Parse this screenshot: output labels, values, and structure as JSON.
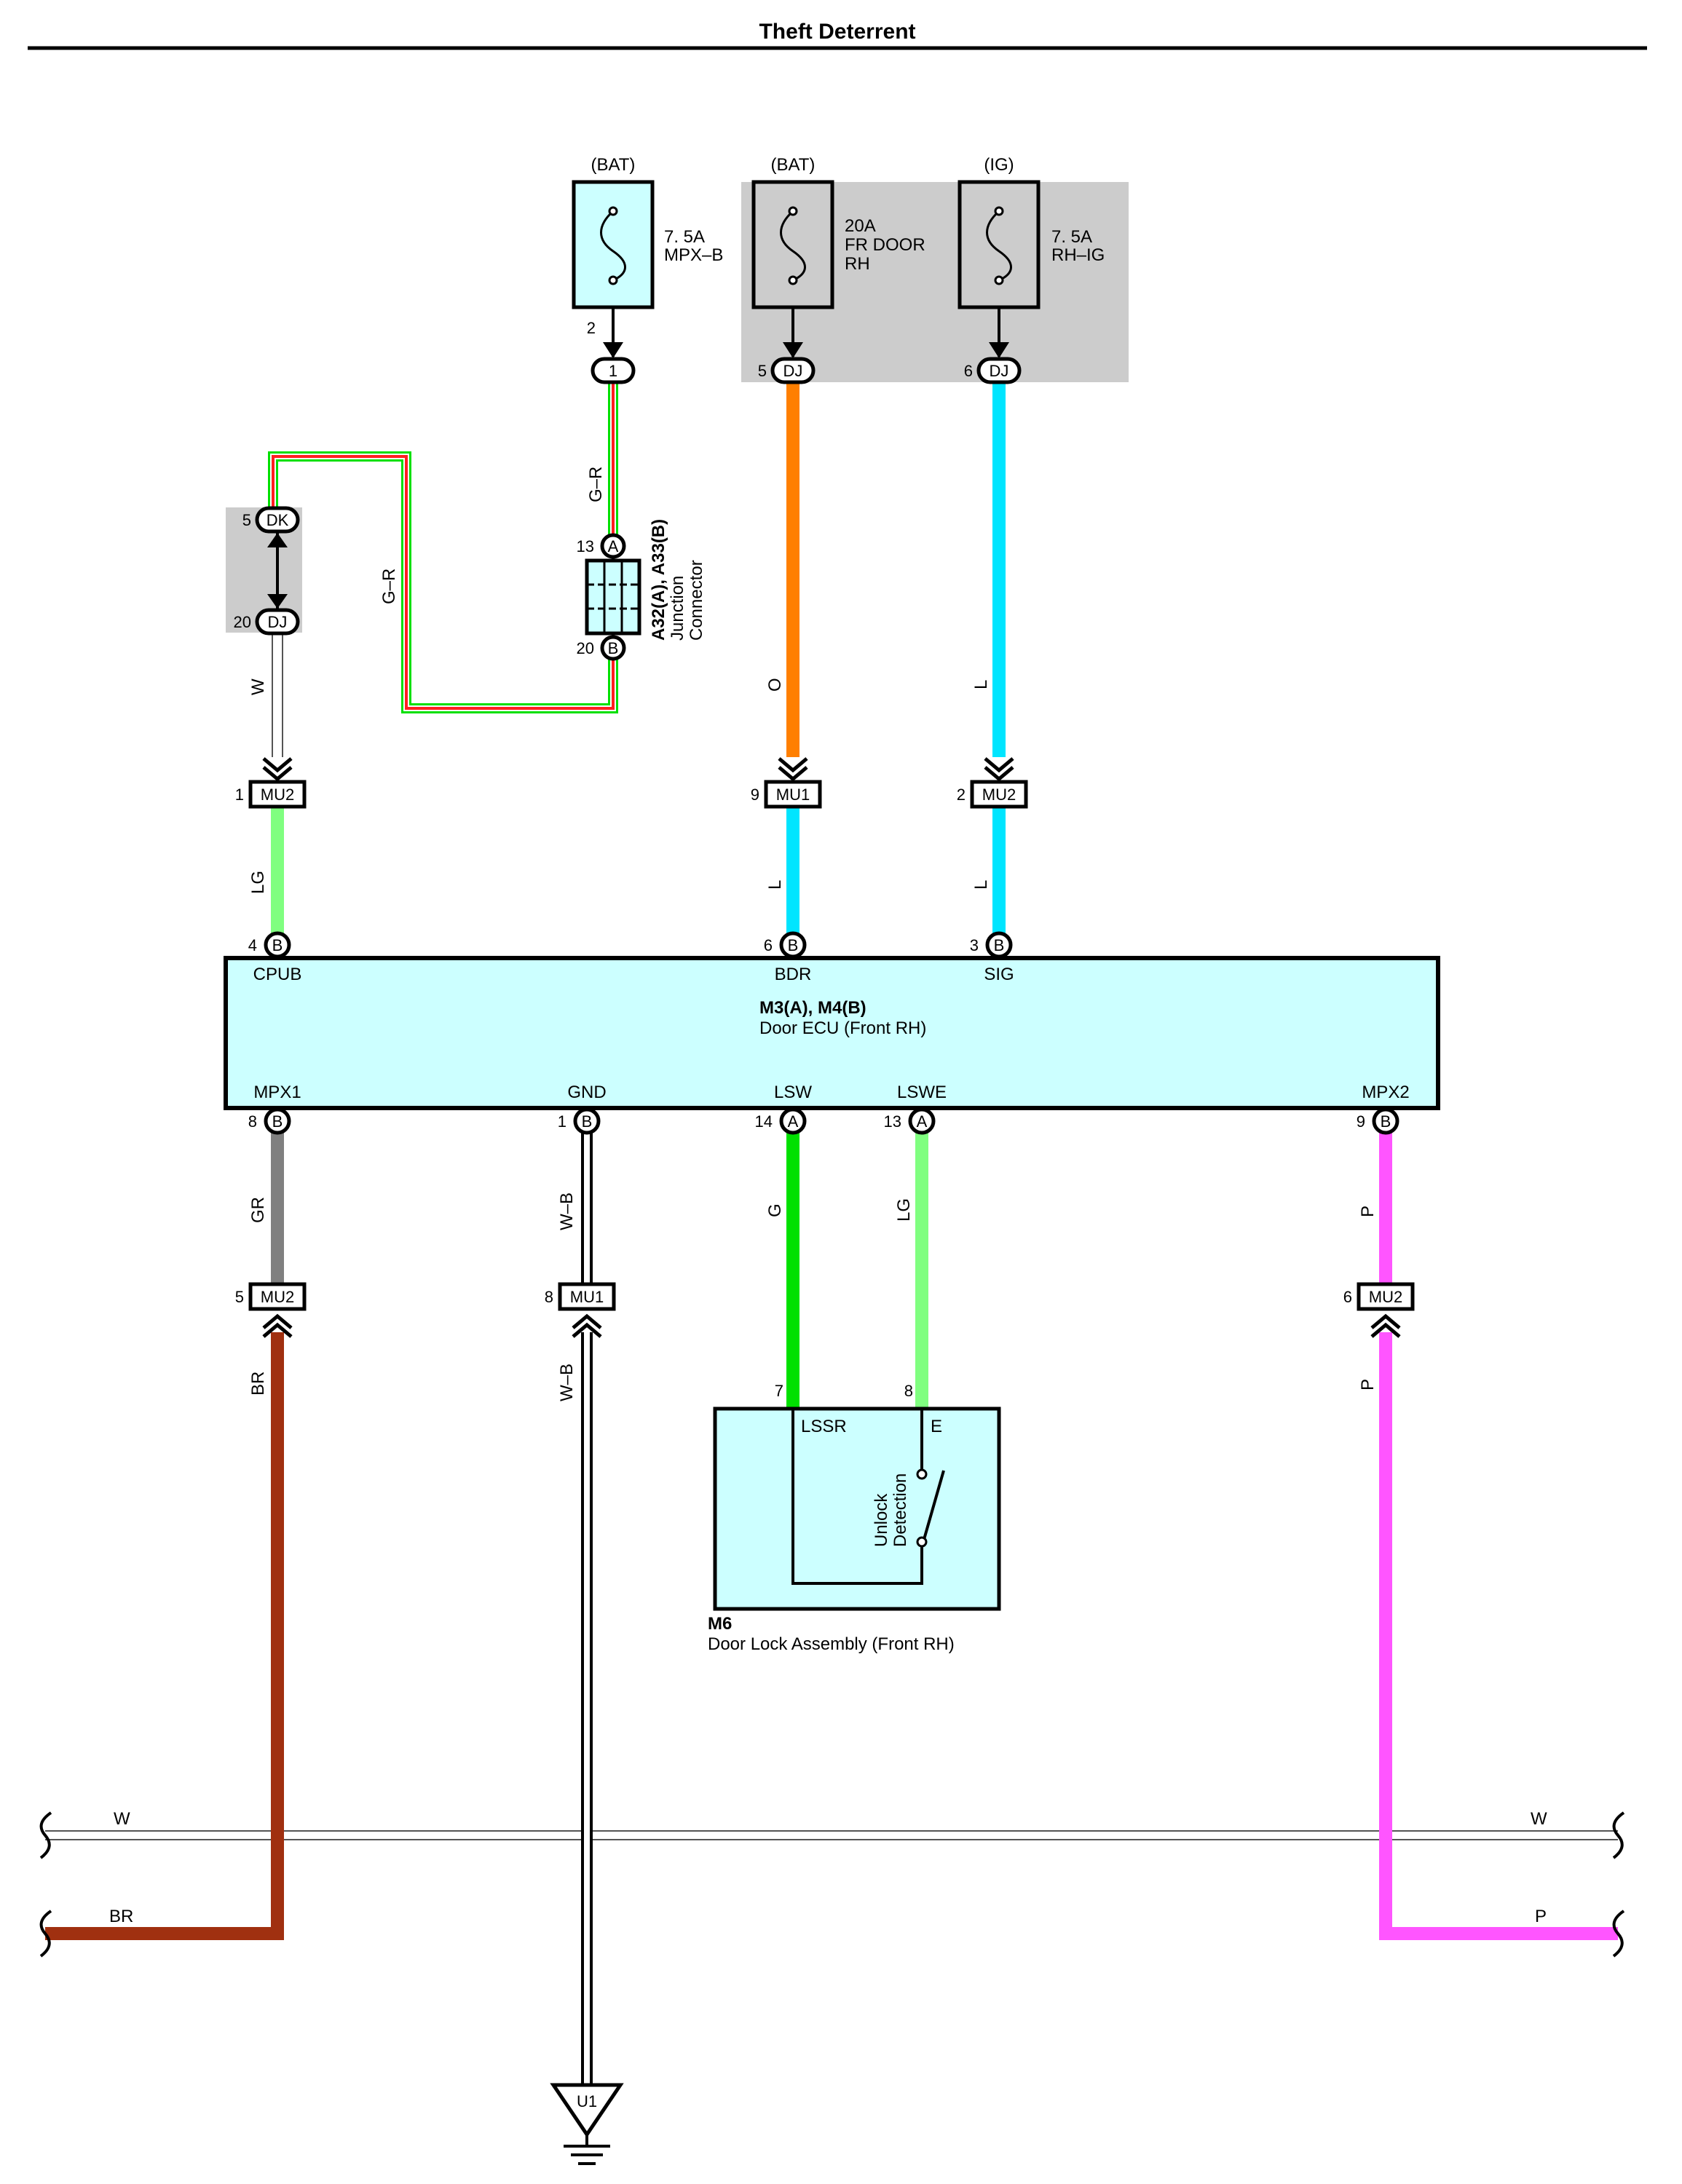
{
  "title": "Theft Deterrent",
  "fuses": {
    "mpxb": {
      "source": "(BAT)",
      "amp": "7. 5A",
      "name": "MPX–B"
    },
    "frdoor": {
      "source": "(BAT)",
      "amp": "20A",
      "name1": "FR DOOR",
      "name2": "RH"
    },
    "rhig": {
      "source": "(IG)",
      "amp": "7. 5A",
      "name": "RH–IG"
    }
  },
  "connectors": {
    "j1": {
      "label": "1",
      "pin": "2"
    },
    "dj5": {
      "label": "DJ",
      "pin": "5"
    },
    "dj6": {
      "label": "DJ",
      "pin": "6"
    },
    "dk5": {
      "label": "DK",
      "pin": "5"
    },
    "dj20": {
      "label": "DJ",
      "pin": "20"
    },
    "ja13": {
      "label": "A",
      "pin": "13"
    },
    "jb20": {
      "label": "B",
      "pin": "20"
    },
    "mu2_1": {
      "label": "MU2",
      "pin": "1"
    },
    "mu1_9": {
      "label": "MU1",
      "pin": "9"
    },
    "mu2_2": {
      "label": "MU2",
      "pin": "2"
    },
    "mu2_5": {
      "label": "MU2",
      "pin": "5"
    },
    "mu1_8": {
      "label": "MU1",
      "pin": "8"
    },
    "mu2_6": {
      "label": "MU2",
      "pin": "6"
    }
  },
  "junction": {
    "id": "A32(A), A33(B)",
    "line1": "Junction",
    "line2": "Connector"
  },
  "ecu": {
    "id": "M3(A), M4(B)",
    "name": "Door ECU (Front RH)",
    "top_pins": [
      {
        "num": "4",
        "conn": "B",
        "name": "CPUB"
      },
      {
        "num": "6",
        "conn": "B",
        "name": "BDR"
      },
      {
        "num": "3",
        "conn": "B",
        "name": "SIG"
      }
    ],
    "bottom_pins": [
      {
        "num": "8",
        "conn": "B",
        "name": "MPX1"
      },
      {
        "num": "1",
        "conn": "B",
        "name": "GND"
      },
      {
        "num": "14",
        "conn": "A",
        "name": "LSW"
      },
      {
        "num": "13",
        "conn": "A",
        "name": "LSWE"
      },
      {
        "num": "9",
        "conn": "B",
        "name": "MPX2"
      }
    ]
  },
  "door_lock": {
    "id": "M6",
    "name": "Door Lock Assembly (Front RH)",
    "pin_lssr": "LSSR",
    "pin_e": "E",
    "pin7": "7",
    "pin8": "8",
    "switch1": "Unlock",
    "switch2": "Detection"
  },
  "wires": {
    "gr_a": "G–R",
    "gr_b": "G–R",
    "w_top": "W",
    "o": "O",
    "l_top": "L",
    "lg_1": "LG",
    "l_mid1": "L",
    "l_mid2": "L",
    "gr": "GR",
    "wb_1": "W–B",
    "g": "G",
    "lg_2": "LG",
    "p_1": "P",
    "br_v": "BR",
    "wb_2": "W–B",
    "p_2": "P",
    "w_left": "W",
    "w_right": "W",
    "br_h": "BR",
    "p_h": "P"
  },
  "ground": {
    "label": "U1"
  },
  "colors": {
    "orange": "#ff7f00",
    "cyan": "#00e5ff",
    "green": "#00e000",
    "light_green": "#80ff80",
    "gray": "#808080",
    "brown": "#a03010",
    "pink": "#ff55ff",
    "red": "#ff2020",
    "box_fill": "#ccffff",
    "shade": "#cccccc"
  }
}
